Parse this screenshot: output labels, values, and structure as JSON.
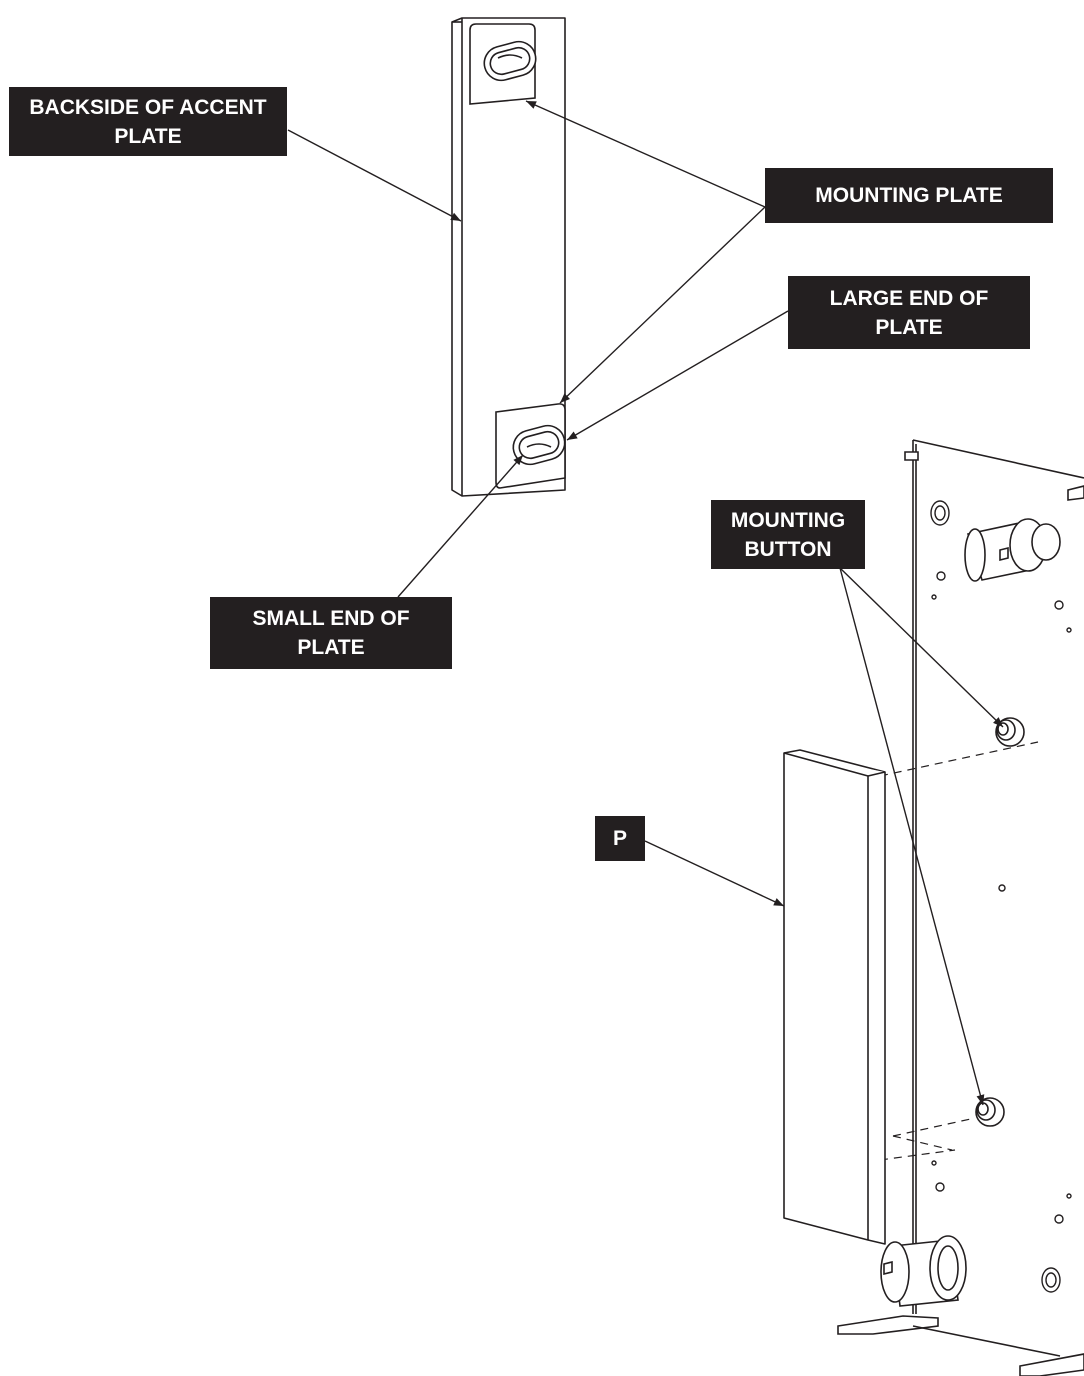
{
  "callouts": {
    "backside_accent_plate": [
      "BACKSIDE OF ACCENT",
      "PLATE"
    ],
    "mounting_plate": [
      "MOUNTING PLATE"
    ],
    "large_end_of_plate": [
      "LARGE END OF",
      "PLATE"
    ],
    "small_end_of_plate": [
      "SMALL END OF",
      "PLATE"
    ],
    "mounting_button": [
      "MOUNTING",
      "BUTTON"
    ],
    "p": [
      "P"
    ]
  },
  "colors": {
    "line": "#231f20",
    "label_bg": "#231f20",
    "label_text": "#ffffff"
  }
}
